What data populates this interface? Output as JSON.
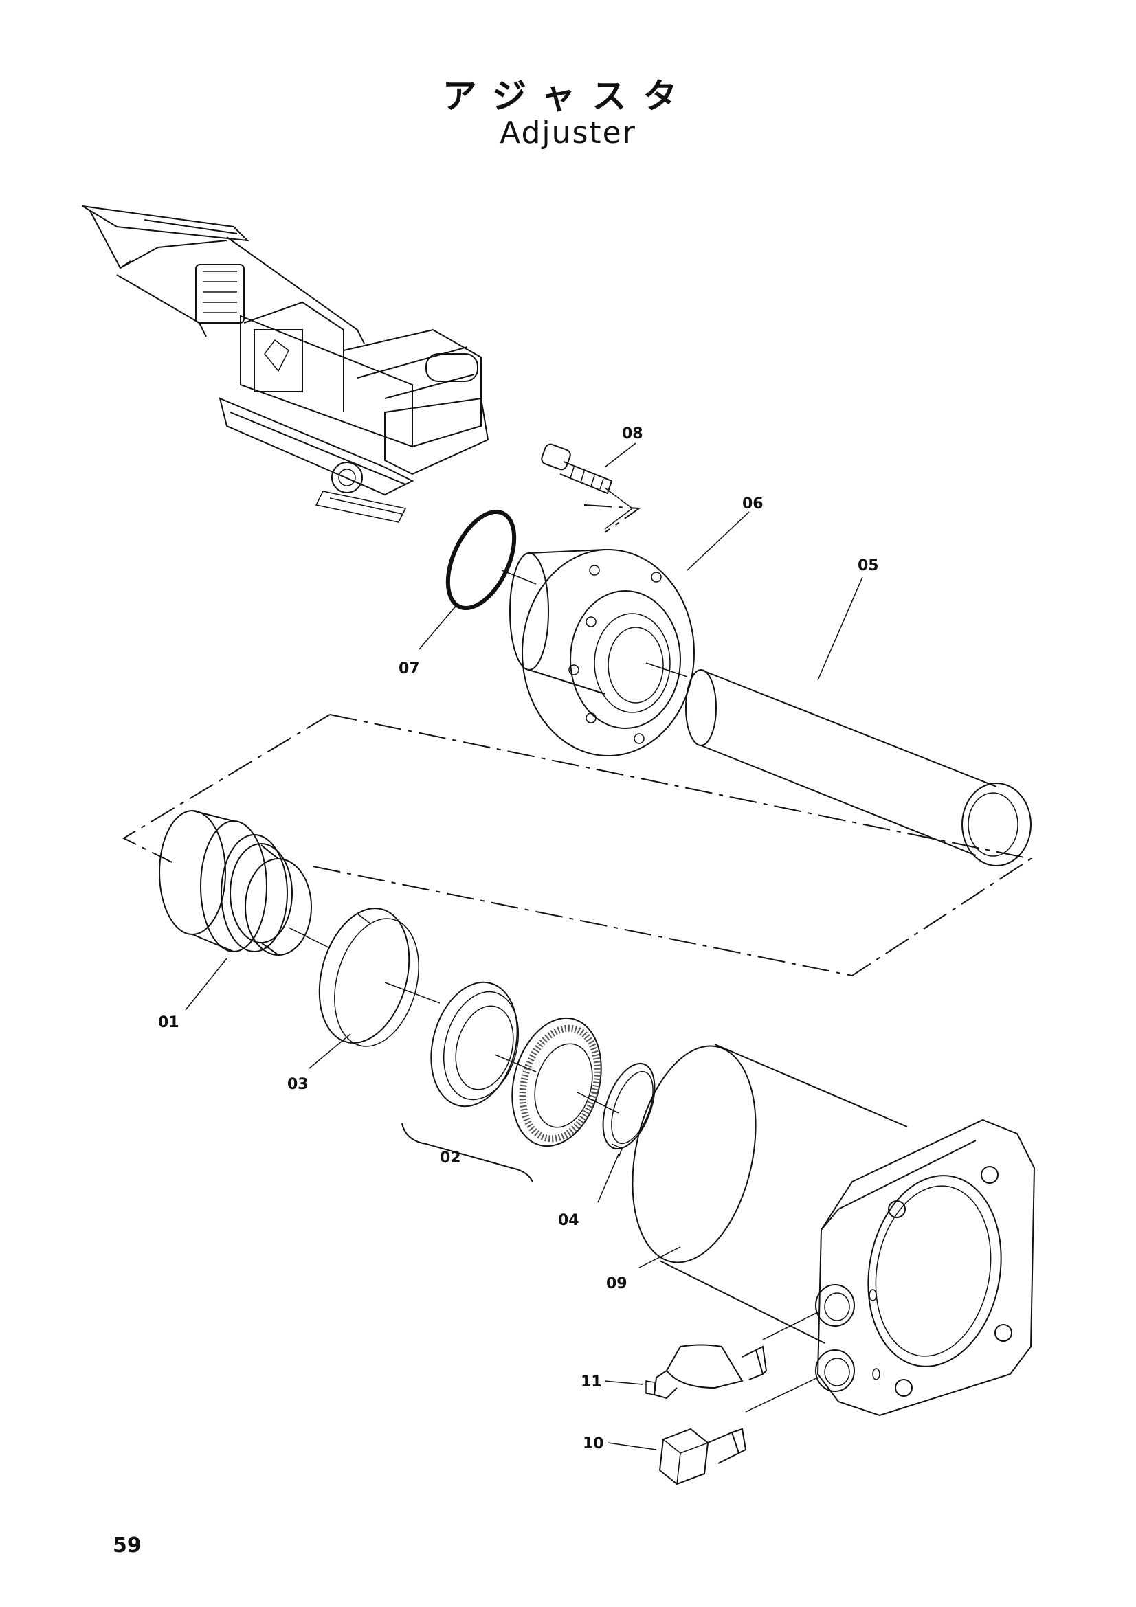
{
  "title_jp": "アジャスタ",
  "title_en": "Adjuster",
  "page_number": "59",
  "part_labels": {
    "p01": "01",
    "p02": "02",
    "p03": "03",
    "p04": "04",
    "p05": "05",
    "p06": "06",
    "p07": "07",
    "p08": "08",
    "p09": "09",
    "p10": "10",
    "p11": "11"
  }
}
